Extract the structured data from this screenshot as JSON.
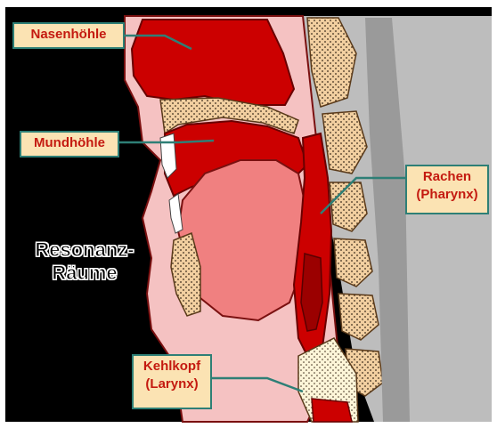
{
  "diagram": {
    "title_line1": "Resonanz-",
    "title_line2": "Räume",
    "labels": {
      "nasal_cavity": "Nasenhöhle",
      "oral_cavity": "Mundhöhle",
      "pharynx_line1": "Rachen",
      "pharynx_line2": "(Pharynx)",
      "larynx_line1": "Kehlkopf",
      "larynx_line2": "(Larynx)"
    }
  },
  "colors": {
    "background": "#000000",
    "tissue_red": "#cc0000",
    "tongue_pink": "#f08080",
    "skin_pink": "#f5c2c2",
    "bone_tan": "#f2cfa0",
    "label_fill": "#fbe3b3",
    "label_border": "#2e7f76",
    "label_text": "#c41a10",
    "leader_line": "#2e7f76"
  }
}
